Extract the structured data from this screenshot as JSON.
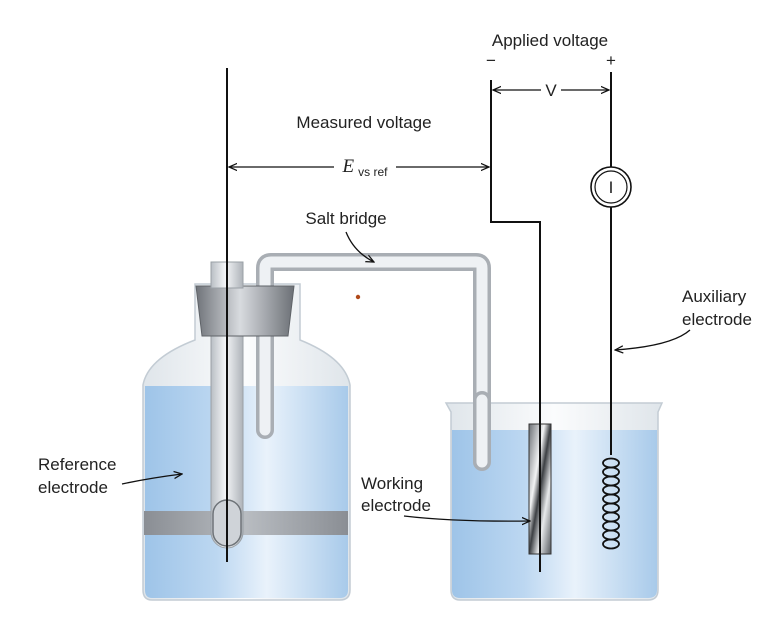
{
  "labels": {
    "applied_voltage": "Applied voltage",
    "minus_sign": "−",
    "plus_sign": "+",
    "v_label": "V",
    "measured_voltage": "Measured voltage",
    "e_symbol": "E",
    "e_subscript": "vs ref",
    "salt_bridge": "Salt bridge",
    "current_meter": "I",
    "auxiliary_line1": "Auxiliary",
    "auxiliary_line2": "electrode",
    "reference_line1": "Reference",
    "reference_line2": "electrode",
    "working_line1": "Working",
    "working_line2": "electrode"
  },
  "colors": {
    "solution": "#aacbea",
    "glass_edge": "#c9d4dd",
    "metal": "#8d9197",
    "wire": "#111111"
  }
}
